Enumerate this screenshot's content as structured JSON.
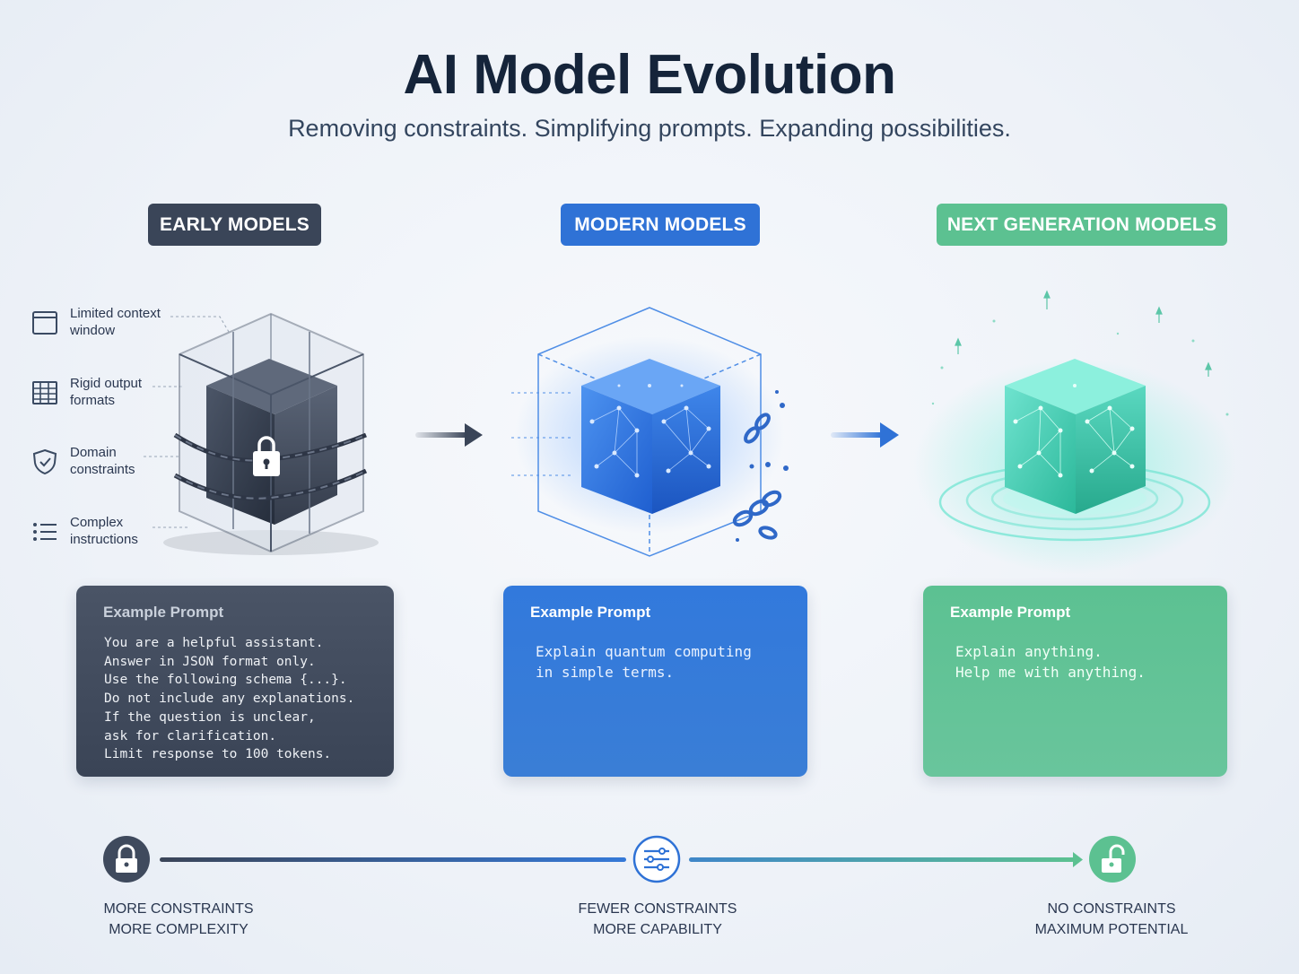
{
  "title": "AI Model Evolution",
  "subtitle": "Removing constraints. Simplifying prompts. Expanding possibilities.",
  "stages": {
    "early": {
      "label": "EARLY MODELS",
      "color": "#3a4558"
    },
    "modern": {
      "label": "MODERN MODELS",
      "color": "#2f72d6"
    },
    "next": {
      "label": "NEXT GENERATION MODELS",
      "color": "#5cc191"
    }
  },
  "constraints": [
    {
      "line1": "Limited context",
      "line2": "window",
      "icon": "window-icon"
    },
    {
      "line1": "Rigid output",
      "line2": "formats",
      "icon": "table-grid-icon"
    },
    {
      "line1": "Domain",
      "line2": "constraints",
      "icon": "shield-check-icon"
    },
    {
      "line1": "Complex",
      "line2": "instructions",
      "icon": "list-icon"
    }
  ],
  "cards": {
    "early": {
      "title": "Example Prompt",
      "prompt": "You are a helpful assistant.\nAnswer in JSON format only.\nUse the following schema {...}.\nDo not include any explanations.\nIf the question is unclear,\nask for clarification.\nLimit response to 100 tokens."
    },
    "modern": {
      "title": "Example Prompt",
      "prompt": "Explain quantum computing\nin simple terms."
    },
    "next": {
      "title": "Example Prompt",
      "prompt": "Explain anything.\nHelp me with anything."
    }
  },
  "progress": [
    {
      "line1": "MORE CONSTRAINTS",
      "line2": "MORE COMPLEXITY",
      "icon": "lock-icon"
    },
    {
      "line1": "FEWER CONSTRAINTS",
      "line2": "MORE CAPABILITY",
      "icon": "sliders-icon"
    },
    {
      "line1": "NO CONSTRAINTS",
      "line2": "MAXIMUM POTENTIAL",
      "icon": "unlock-icon"
    }
  ]
}
